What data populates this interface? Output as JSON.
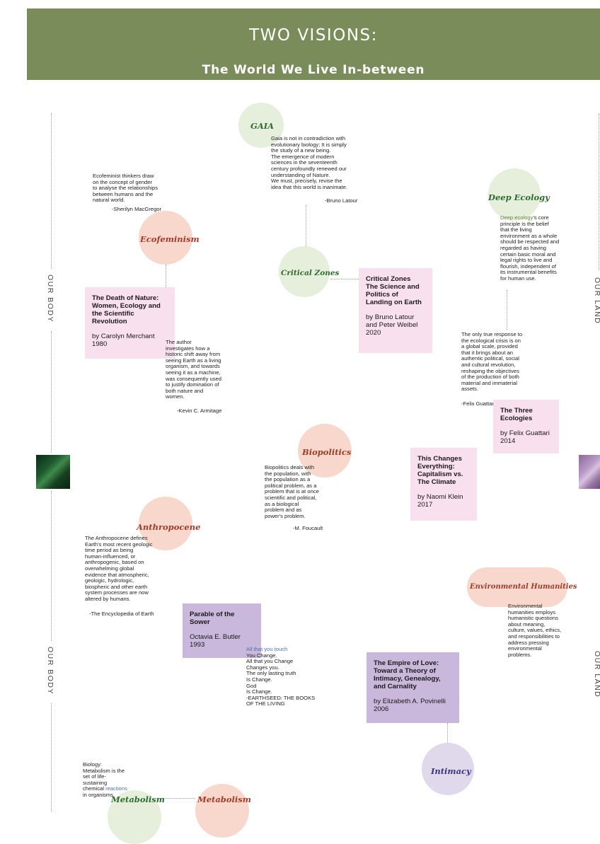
{
  "header": {
    "title": "TWO VISIONS:",
    "subtitle": "The World We Live In-between"
  },
  "side_labels": {
    "left_top": "OUR BODY",
    "left_bottom": "OUR BODY",
    "right_top": "OUR LAND",
    "right_bottom": "OUR LAND"
  },
  "nodes": {
    "gaia": "GAIA",
    "deep_ecology": "Deep Ecology",
    "ecofeminism": "Ecofeminism",
    "critical_zones": "Critical Zones",
    "biopolitics": "Biopolitics",
    "anthropocene": "Anthropocene",
    "environmental_humanities": "Environmental Humanities",
    "intimacy": "Intimacy",
    "metabolism_green": "Metabolism",
    "metabolism_pink": "Metabolism"
  },
  "texts": {
    "gaia_quote": "Gaia is not in contradiction with\nevolutionary biology; It is simply\nthe study of a new being.\nThe emergence of modern\nsciences in the seventeenth\ncentury profoundly renewed our\nunderstanding of Nature.\nWe must, precisely, revise the\nidea that this world is inanimate.",
    "gaia_author": "-Bruno Latour",
    "ecofem_quote": "Ecofeminist thinkers draw\non the concept of gender\nto analyse the relationships\nbetween humans and the\nnatural world.",
    "ecofem_author": "-Sherilyn MacGregor",
    "deep_eco_highlight": "Deep ecology",
    "deep_eco_quote": "'s core\nprinciple is the belief\nthat the living\nenvironment as a whole\nshould be respected and\nregarded as having\ncertain basic moral and\nlegal rights to live and\nflourish, independent of\nits instrumental benefits\nfor human use.",
    "guattari_quote": "The only true response to\nthe ecological crisis is on\na global scale, provided\nthat it brings about an\nauthentic political, social\nand cultural revolution,\nreshaping the objectives\nof the production of both\nmaterial and immaterial\nassets.",
    "guattari_author": "-Felix Guattari",
    "merchant_quote": "The author\ninvestigates how a\nhistoric shift away from\nseeing Earth as a living\norganism, and towards\nseeing it as a machine,\nwas consequently used\nto justify domination of\nboth nature and\nwomen.",
    "merchant_author": "-Kevin C. Armitage",
    "biopolitics_quote": "Biopolitics deals with\nthe population, with\nthe population as a\npolitical problem, as a\nproblem that is at once\nscientific and political,\nas a biological\nproblem and as\npower's problem.",
    "biopolitics_author": "-M. Foucault",
    "anthro_quote": "The Anthropocene defines\nEarth's most recent geologic\ntime period as being\nhuman-influenced, or\nanthropogenic, based on\noverwhelming global\nevidence that atmospheric,\ngeologic, hydrologic,\nbiospheric and other earth\nsystem processes are now\naltered by humans.",
    "anthro_author": "-The Encyclopedia of Earth",
    "envhum_quote": "Environmental\nhumanities employs\nhumanistic questions\nabout meaning,\nculture, values, ethics,\nand responsibilities to\naddress pressing\nenvironmental\nproblems.",
    "butler_highlight": "All that you touch",
    "butler_quote": "You Change.\nAll that you Change\nChanges you.\nThe only lasting truth\nIs Change.\nGod\nIs Change.\n-EARTHSEED: THE BOOKS\nOF THE LIVING",
    "metabolism_quote": "Biology:\nMetabolism is the\nset of life-\nsustaining\nchemical ",
    "metabolism_highlight1": "reactions",
    "metabolism_quote2": "in organisms",
    "metabolism_highlight2": "."
  },
  "books": {
    "merchant": {
      "title": "The Death of Nature:\nWomen, Ecology and\nthe Scientific\nRevolution",
      "author": "by Carolyn Merchant\n1980"
    },
    "critical_zones": {
      "title": "Critical Zones\nThe Science and\nPolitics of\nLanding on Earth",
      "author": "by Bruno Latour\nand Peter Weibel\n2020"
    },
    "three_ecologies": {
      "title": "The Three\nEcologies",
      "author": "by Felix Guattari\n2014"
    },
    "klein": {
      "title": "This Changes\nEverything:\nCapitalism vs.\nThe Climate",
      "author": "by Naomi Klein\n2017"
    },
    "butler": {
      "title": "Parable of the\nSower",
      "author": "Octavia E. Butler\n1993"
    },
    "povinelli": {
      "title": "The Empire of Love:\nToward a Theory of\nIntimacy, Genealogy,\nand Carnality",
      "author": "by Elizabeth A. Povinelli\n2006"
    }
  },
  "colors": {
    "header": "#7a8c5a",
    "green_circle": "#e5efdb",
    "pink_circle": "#f8d8cc",
    "lavender_circle": "#e0d9ec",
    "pink_box": "#f8e0ee",
    "purple_box": "#c9b8dc",
    "highlight_green": "#5a8a3a",
    "highlight_blue": "#4a6fb0"
  }
}
